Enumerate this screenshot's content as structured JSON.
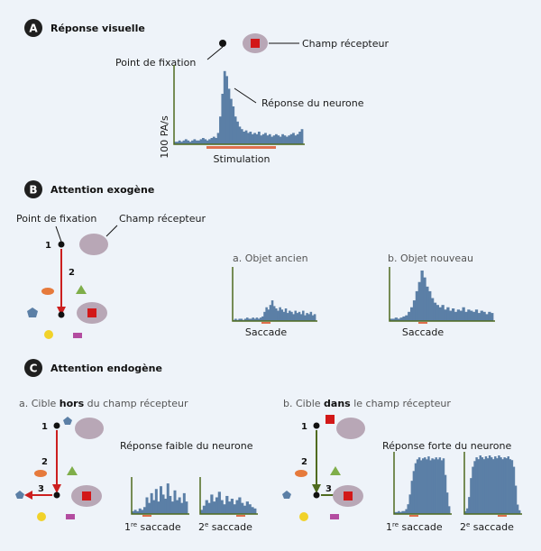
{
  "colors": {
    "background": "#eef3f9",
    "badge": "#1f1f1f",
    "field": "#b8a7b6",
    "target": "#d21818",
    "histogram": "#5b7fa6",
    "axis": "#4f6b1f",
    "stimbar": "#e0704d",
    "arrow_red": "#cc1f1f",
    "arrow_green": "#4f6b1f",
    "blue_shape": "#5b7fa6",
    "green_shape": "#7fae4a",
    "orange_shape": "#e67a3c",
    "yellow_shape": "#f1d22a",
    "pink_shape": "#b34ca0"
  },
  "sectionA": {
    "badge": "A",
    "title": "Réponse visuelle",
    "fixation_label": "Point de fixation",
    "field_label": "Champ récepteur",
    "neuron_label": "Réponse du neurone",
    "yaxis_label": "100 PA/s",
    "stim_label": "Stimulation"
  },
  "sectionB": {
    "badge": "B",
    "title": "Attention exogène",
    "fixation_label": "Point de fixation",
    "field_label": "Champ récepteur",
    "step1": "1",
    "step2": "2",
    "panel_a_label": "a. Objet ancien",
    "panel_b_label": "b. Objet nouveau",
    "saccade_a": "Saccade",
    "saccade_b": "Saccade"
  },
  "sectionC": {
    "badge": "C",
    "title": "Attention endogène",
    "a_pre": "a. Cible ",
    "a_bold": "hors",
    "a_post": " du champ récepteur",
    "b_pre": "b. Cible ",
    "b_bold": "dans",
    "b_post": " le champ récepteur",
    "weak_label": "Réponse faible du neurone",
    "strong_label": "Réponse forte du neurone",
    "step1": "1",
    "step2": "2",
    "step3": "3",
    "sacc1_num": "1",
    "sacc1_sup": "re",
    "sacc2_num": "2",
    "sacc2_sup": "e",
    "sacc_word": " saccade"
  },
  "histograms": {
    "A": [
      2,
      2,
      3,
      2,
      3,
      4,
      3,
      2,
      3,
      4,
      3,
      3,
      4,
      5,
      4,
      3,
      4,
      5,
      6,
      5,
      9,
      22,
      40,
      58,
      54,
      44,
      36,
      30,
      22,
      18,
      14,
      12,
      10,
      11,
      9,
      10,
      8,
      9,
      8,
      10,
      7,
      8,
      9,
      7,
      8,
      6,
      7,
      8,
      7,
      6,
      8,
      7,
      6,
      7,
      8,
      9,
      7,
      8,
      10,
      12
    ],
    "Ba": [
      1,
      2,
      1,
      2,
      2,
      1,
      2,
      3,
      2,
      2,
      3,
      2,
      3,
      2,
      3,
      4,
      8,
      12,
      10,
      14,
      18,
      13,
      11,
      9,
      12,
      10,
      8,
      11,
      7,
      9,
      8,
      6,
      9,
      7,
      8,
      6,
      9,
      5,
      7,
      6,
      8,
      5,
      6
    ],
    "Bb": [
      2,
      2,
      3,
      2,
      3,
      4,
      5,
      8,
      12,
      18,
      26,
      34,
      44,
      38,
      30,
      26,
      20,
      16,
      14,
      12,
      14,
      10,
      12,
      9,
      11,
      8,
      10,
      9,
      12,
      8,
      10,
      9,
      8,
      10,
      7,
      9,
      8,
      6,
      8,
      7
    ],
    "Ca1": [
      2,
      3,
      2,
      4,
      3,
      5,
      12,
      8,
      15,
      10,
      18,
      9,
      20,
      14,
      11,
      22,
      13,
      9,
      17,
      10,
      12,
      8,
      15,
      9
    ],
    "Ca2": [
      3,
      6,
      10,
      8,
      14,
      9,
      12,
      16,
      10,
      7,
      13,
      9,
      11,
      7,
      10,
      12,
      8,
      6,
      9,
      7,
      5,
      4
    ],
    "Cb1": [
      2,
      2,
      3,
      2,
      3,
      3,
      5,
      10,
      20,
      34,
      44,
      52,
      56,
      58,
      55,
      57,
      58,
      56,
      59,
      55,
      57,
      56,
      58,
      56,
      58,
      55,
      57,
      40,
      22,
      8
    ],
    "Cb2": [
      3,
      6,
      18,
      38,
      50,
      56,
      60,
      58,
      62,
      60,
      58,
      61,
      59,
      62,
      60,
      58,
      61,
      59,
      62,
      60,
      58,
      60,
      59,
      61,
      58,
      57,
      50,
      30,
      10,
      4
    ]
  }
}
